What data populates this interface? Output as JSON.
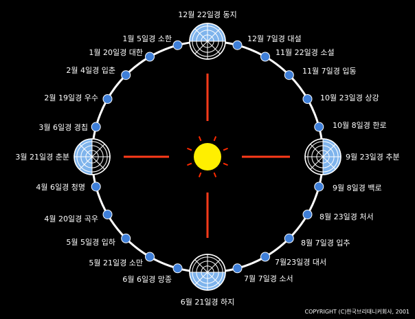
{
  "colors": {
    "background": "#000000",
    "orbit": "#ffffff",
    "marker": "#3f7fd8",
    "sun": "#ffef00",
    "sun_rays": "#ff2a00",
    "axis_lines": "#ff3b1a",
    "earth_light": "#7fb4ec",
    "earth_dark": "#000000",
    "text": "#ffffff"
  },
  "terms": [
    {
      "label": "12월 22일경 동지"
    },
    {
      "label": "12월 7일경 대설"
    },
    {
      "label": "11월 22일경 소설"
    },
    {
      "label": "11월 7일경 입동"
    },
    {
      "label": "10월 23일경 상강"
    },
    {
      "label": "10월 8일경 한로"
    },
    {
      "label": "9월 23일경 추분"
    },
    {
      "label": "9월 8일경 백로"
    },
    {
      "label": "8월 23일경 처서"
    },
    {
      "label": "8월 7일경 입추"
    },
    {
      "label": "7월23일경 대서"
    },
    {
      "label": "7월 7일경 소서"
    },
    {
      "label": "6월 21일경 하지"
    },
    {
      "label": "6월 6일경 망종"
    },
    {
      "label": "5월 21일경 소만"
    },
    {
      "label": "5월 5일경 입하"
    },
    {
      "label": "4월 20일경 곡우"
    },
    {
      "label": "4월 6일경 청명"
    },
    {
      "label": "3월 21일경 춘분"
    },
    {
      "label": "3월 6일경 경칩"
    },
    {
      "label": "2월 19일경 우수"
    },
    {
      "label": "2월 4일경 입춘"
    },
    {
      "label": "1월 20일경 대한"
    },
    {
      "label": "1월 5일경 소한"
    }
  ],
  "copyright": "COPYRIGHT (C)한국브리태니커회사, 2001"
}
